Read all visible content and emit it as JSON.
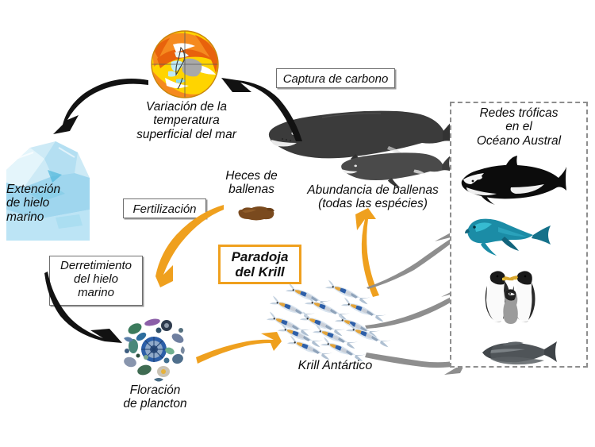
{
  "diagram": {
    "title": "Paradoja del Krill - ciclo del Oceano Austral",
    "accent_orange": "#EFA01E",
    "arrow_black": "#111111",
    "arrow_gray": "#8C8C8C",
    "ice_blue": "#AEE0F2",
    "seal_teal": "#1E93A8"
  },
  "nodes": {
    "sst": {
      "label": "Variación de la\ntemperatura\nsuperficial del mar",
      "icon": "sea-surface-temperature-globe-icon"
    },
    "sea_ice": {
      "label": "Extención\nde hielo\nmarino",
      "icon": "iceberg-icon"
    },
    "whales": {
      "label": "Abundancia de ballenas\n(todas las espécies)",
      "icon": "whales-icon"
    },
    "feces": {
      "label": "Heces de\nballenas",
      "icon": "whale-feces-icon"
    },
    "plankton": {
      "label": "Floración\nde plancton",
      "icon": "plankton-bloom-icon"
    },
    "krill": {
      "label": "Krill Antártico",
      "icon": "krill-swarm-icon"
    },
    "paradox": {
      "label": "Paradoja\ndel Krill"
    }
  },
  "edge_labels": {
    "carbon_capture": "Captura de carbono",
    "fertilization": "Fertilización",
    "ice_melt": "Derretimiento\ndel hielo\nmarino"
  },
  "food_web": {
    "title": "Redes tróficas\nen el\nOcéano Austral",
    "members": [
      {
        "name": "orca",
        "icon": "orca-icon"
      },
      {
        "name": "seal",
        "icon": "seal-icon"
      },
      {
        "name": "penguins",
        "icon": "emperor-penguins-icon"
      },
      {
        "name": "fish",
        "icon": "fish-icon"
      }
    ]
  }
}
